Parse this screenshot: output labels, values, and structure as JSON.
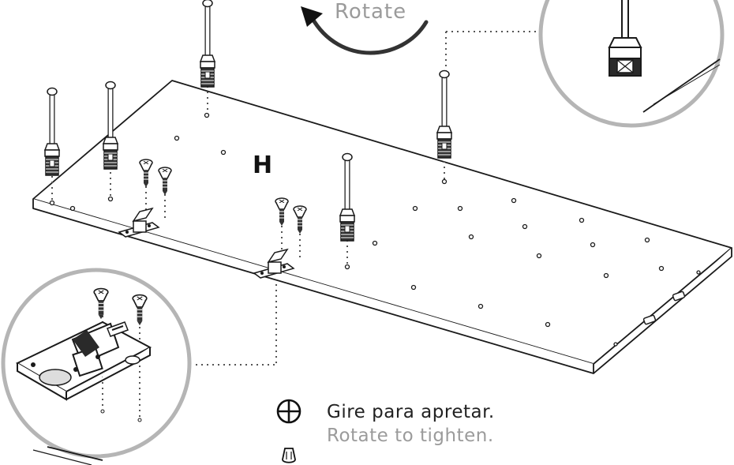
{
  "rotate_label": "Rotate",
  "part_label": "H",
  "instructions": {
    "primary": "Gire para apretar.",
    "secondary": "Rotate to tighten."
  },
  "icons": {
    "rotate_arrow": "curved-arrow-icon",
    "phillips_screwdriver": "phillips-head-icon",
    "flat_screwdriver": "screwdriver-icon"
  },
  "colors": {
    "line": "#1a1a1a",
    "accent_gray": "#9b9b9b",
    "zoom_circle": "#b5b5b5"
  }
}
